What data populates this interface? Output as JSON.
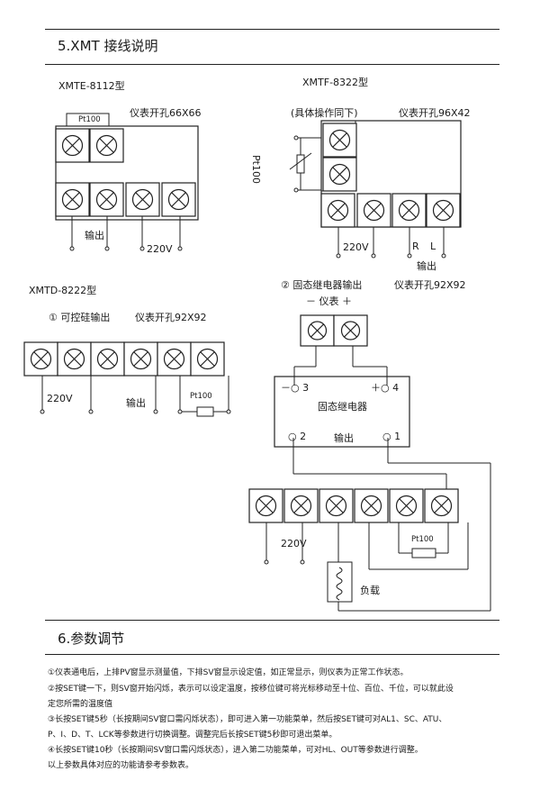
{
  "section5": {
    "title": "5.XMT 接线说明"
  },
  "xmte": {
    "title": "XMTE-8112型",
    "cutout": "仪表开孔66X66",
    "pt100": "Pt100",
    "output": "输出",
    "power": "220V"
  },
  "xmtf": {
    "title": "XMTF-8322型",
    "same_op": "(具体操作同下)",
    "cutout": "仪表开孔96X42",
    "pt100": "Pt100",
    "power": "220V",
    "r": "R",
    "l": "L",
    "output": "输出"
  },
  "xmtd": {
    "title": "XMTD-8222型",
    "opt1": "① 可控硅输出",
    "cutout1": "仪表开孔92X92",
    "power": "220V",
    "output": "输出",
    "pt100": "Pt100"
  },
  "ssr_section": {
    "opt2": "② 固态继电器输出",
    "cutout2": "仪表开孔92X92",
    "meter_label": "－ 仪表 ＋",
    "minus3": "－○ 3",
    "plus4": "＋○ 4",
    "relay": "固态继电器",
    "t2": "○ 2",
    "relay_out": "输出",
    "t1": "○ 1",
    "power": "220V",
    "pt100": "Pt100",
    "load": "负载"
  },
  "section6": {
    "title": "6.参数调节",
    "notes": [
      "①仪表通电后，上排PV窗显示测量值，下排SV窗显示设定值，如正常显示，则仪表为正常工作状态。",
      "②按SET键一下，则SV窗开始闪烁，表示可以设定温度，按移位键可将光标移动至十位、百位、千位，可以就此设",
      "定您所需的温度值",
      "③长按SET键5秒（长按期间SV窗口需闪烁状态），即可进入第一功能菜单，然后按SET键可对AL1、SC、ATU、",
      "P、I、D、T、LCK等参数进行切换调整。调整完后长按SET键5秒即可退出菜单。",
      "④长按SET键10秒（长按期间SV窗口需闪烁状态），进入第二功能菜单，可对HL、OUT等参数进行调整。",
      "以上参数具体对应的功能请参考参数表。"
    ]
  }
}
